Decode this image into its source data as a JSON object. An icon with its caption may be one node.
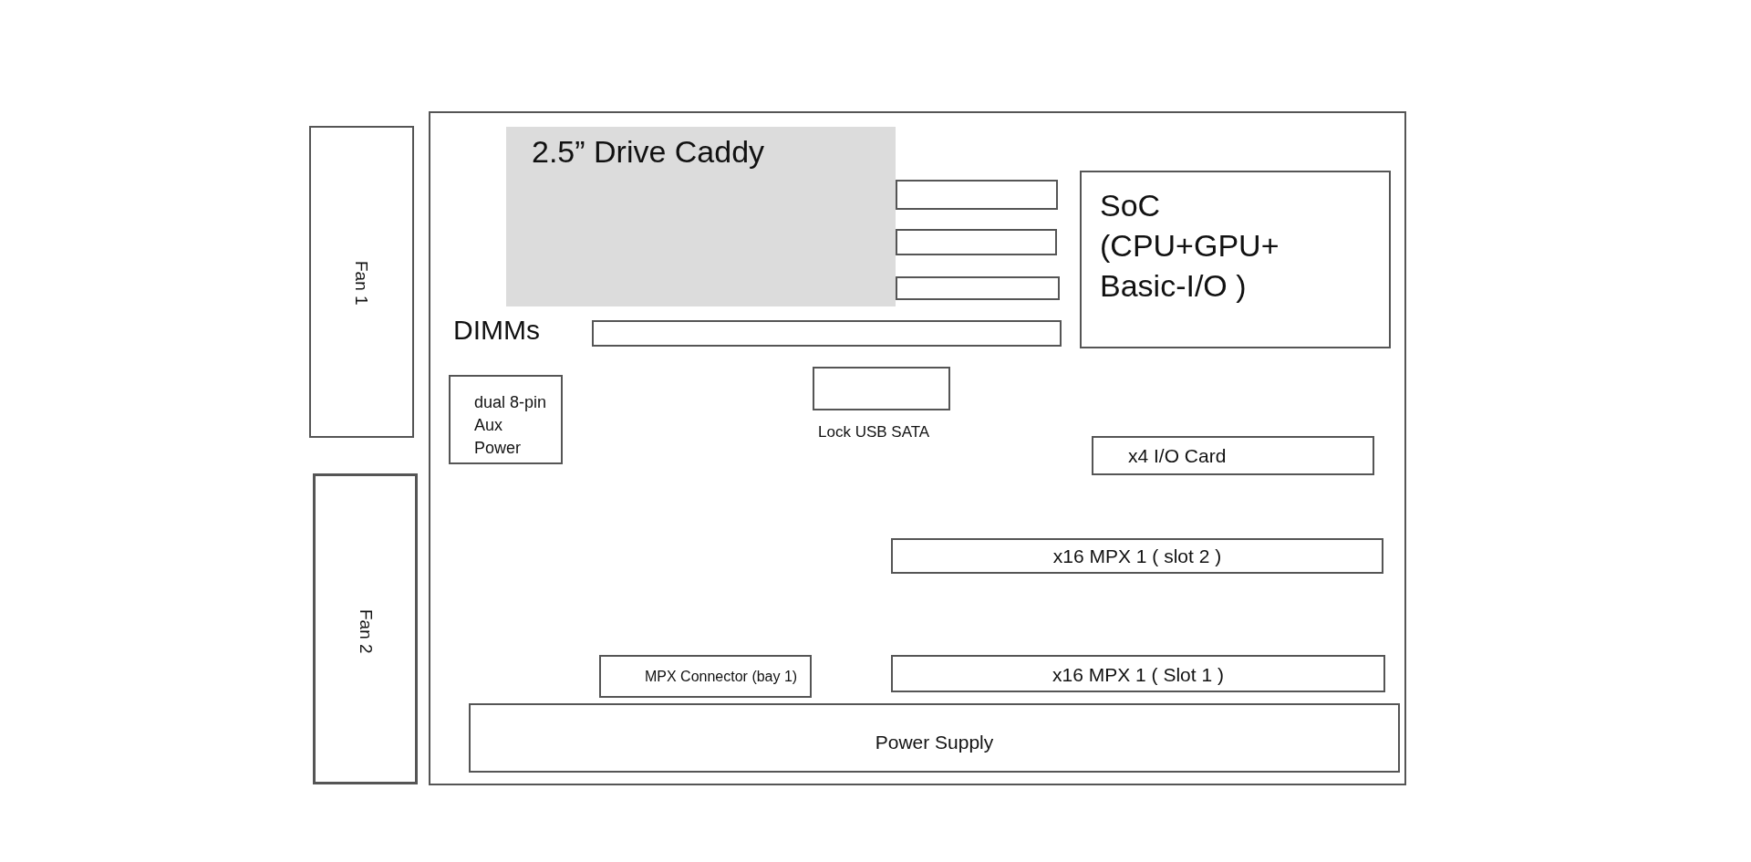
{
  "diagram": {
    "nodes": [
      {
        "text": [
          "Fan 1"
        ]
      },
      {
        "text": [
          "Fan 2"
        ]
      },
      {
        "text": [],
        "shape": "box"
      },
      {
        "text": [
          "2.5” Drive Caddy"
        ],
        "in": 2
      },
      {
        "text": [],
        "shape": "box",
        "in": 2
      },
      {
        "text": [],
        "shape": "box",
        "in": 2
      },
      {
        "text": [],
        "shape": "box",
        "in": 2
      },
      {
        "text": [
          "SoC (CPU+GPU+ Basic-I/O )"
        ],
        "in": 2
      },
      {
        "text": [],
        "shape": "box",
        "in": 2
      },
      {
        "text": [
          "dual 8-pin Aux Power"
        ],
        "in": 2
      },
      {
        "text": [
          "Lock USB SATA"
        ],
        "in": 2
      },
      {
        "text": [
          "x4 I/O Card"
        ],
        "in": 2
      },
      {
        "text": [
          "x16 MPX 1 ( slot 2 )"
        ],
        "in": 2
      },
      {
        "text": [
          "MPX Connector (bay 1)"
        ],
        "in": 2
      },
      {
        "text": [
          "x16 MPX 1 ( Slot 1 )"
        ],
        "in": 2
      },
      {
        "text": [
          "Power Supply"
        ],
        "in": 2
      }
    ],
    "labels": [
      "DIMMs"
    ]
  }
}
